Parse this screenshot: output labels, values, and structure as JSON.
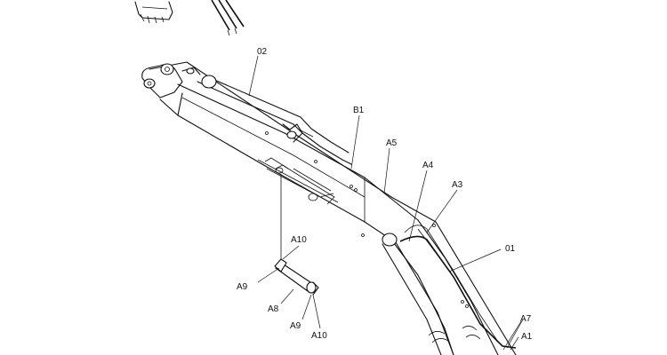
{
  "labels": {
    "l02": "02",
    "lB1": "B1",
    "lA5": "A5",
    "lA4": "A4",
    "lA3": "A3",
    "l01": "01",
    "lA7": "A7",
    "lA1": "A1",
    "lA10a": "A10",
    "lA9a": "A9",
    "lA8": "A8",
    "lA9b": "A9",
    "lA10b": "A10"
  }
}
